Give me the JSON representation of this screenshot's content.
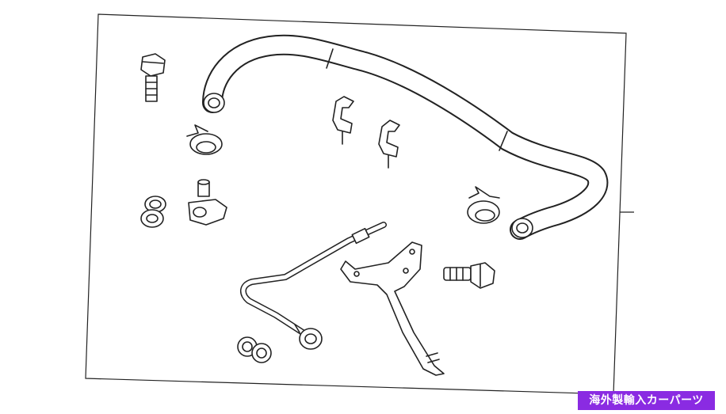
{
  "badge": {
    "text": "海外製輸入カーパーツ",
    "background": "#8a2be2",
    "color": "#ffffff"
  },
  "diagram": {
    "parts": [
      "sway-bar",
      "bolt",
      "hose-clamp",
      "bracket-clip",
      "sensor",
      "o-ring",
      "bracket",
      "pipe",
      "banjo-bolt"
    ]
  }
}
